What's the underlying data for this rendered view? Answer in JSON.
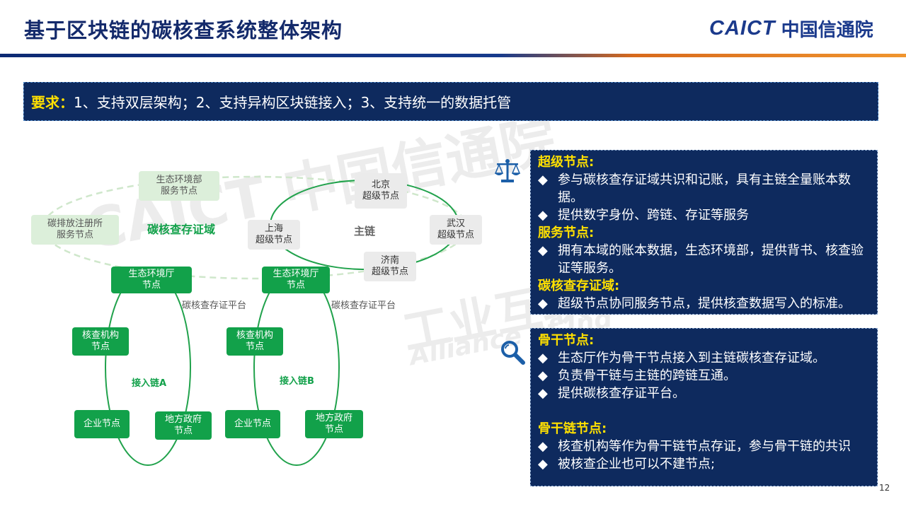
{
  "slide": {
    "title": "基于区块链的碳核查系统整体架构",
    "page_number": "12"
  },
  "logo": {
    "en": "CAICT",
    "cn": "中国信通院"
  },
  "watermark": {
    "line1": "CAICT 中国信通院",
    "line2": "工业互联",
    "line3": "Alliance of Ind"
  },
  "requirement": {
    "label": "要求：",
    "text": "1、支持双层架构；2、支持异构区块链接入；3、支持统一的数据托管"
  },
  "diagram": {
    "main_chain": {
      "label": "主链",
      "nodes": [
        "北京\n超级节点",
        "上海\n超级节点",
        "武汉\n超级节点",
        "济南\n超级节点"
      ]
    },
    "domain": {
      "label": "碳核查存证域",
      "service_nodes": [
        "生态环境部\n服务节点",
        "碳排放注册所\n服务节点"
      ]
    },
    "chain_a": {
      "label": "接入链A",
      "platform_label": "碳核查存证平台",
      "nodes": [
        "生态环境厅\n节点",
        "核查机构\n节点",
        "企业节点",
        "地方政府\n节点"
      ]
    },
    "chain_b": {
      "label": "接入链B",
      "platform_label": "碳核查存证平台",
      "nodes": [
        "生态环境厅\n节点",
        "核查机构\n节点",
        "企业节点",
        "地方政府\n节点"
      ]
    }
  },
  "panel_top": {
    "icon": "scales-icon",
    "sections": [
      {
        "heading": "超级节点:",
        "items": [
          "参与碳核查存证域共识和记账，具有主链全量账本数据。",
          "提供数字身份、跨链、存证等服务"
        ]
      },
      {
        "heading": "服务节点:",
        "items": [
          "拥有本域的账本数据，生态环境部，提供背书、核查验证等服务。"
        ]
      },
      {
        "heading": "碳核查存证域:",
        "items": [
          "超级节点协同服务节点，提供核查数据写入的标准。"
        ]
      }
    ]
  },
  "panel_bottom": {
    "icon": "magnifier-icon",
    "sections": [
      {
        "heading": "骨干节点:",
        "items": [
          "生态厅作为骨干节点接入到主链碳核查存证域。",
          "负责骨干链与主链的跨链互通。",
          "提供碳核查存证平台。"
        ]
      },
      {
        "heading": "骨干链节点:",
        "items": [
          "核查机构等作为骨干链节点存证，参与骨干链的共识",
          "被核查企业也可以不建节点;"
        ]
      }
    ]
  },
  "bullet_glyph": "◆",
  "colors": {
    "navy": "#0e2a5e",
    "title": "#142a6b",
    "green": "#12a14a",
    "yellow": "#ffe000",
    "orange": "#f0952e"
  }
}
